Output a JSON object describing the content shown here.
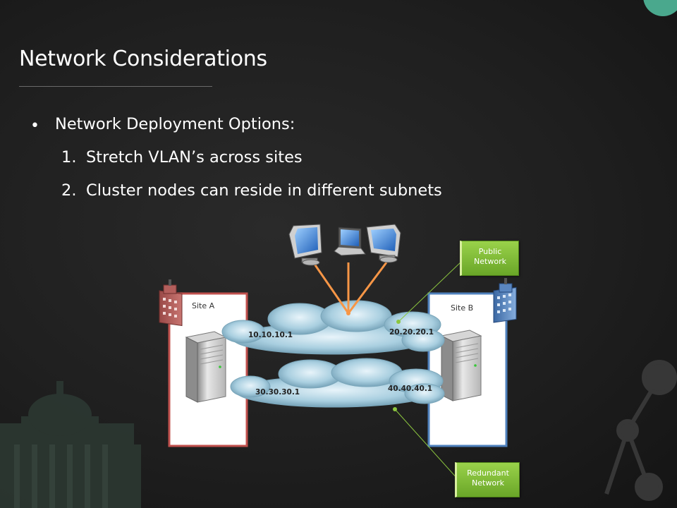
{
  "slide": {
    "title": "Network Considerations",
    "bullet": "Network Deployment Options:",
    "options": [
      {
        "number": "1.",
        "text": "Stretch VLAN’s across sites"
      },
      {
        "number": "2.",
        "text": "Cluster nodes can reside in different subnets"
      }
    ]
  },
  "diagram": {
    "site_a": {
      "label": "Site A",
      "ip_top": "10.10.10.1",
      "ip_bottom": "30.30.30.1",
      "border_color": "#c0504d"
    },
    "site_b": {
      "label": "Site B",
      "ip_top": "20.20.20.1",
      "ip_bottom": "40.40.40.1",
      "border_color": "#4f81bd"
    },
    "callouts": {
      "public": [
        "Public",
        "Network"
      ],
      "redundant": [
        "Redundant",
        "Network"
      ]
    },
    "link_color": "#f79646",
    "callout_color": "#8cc63f"
  }
}
